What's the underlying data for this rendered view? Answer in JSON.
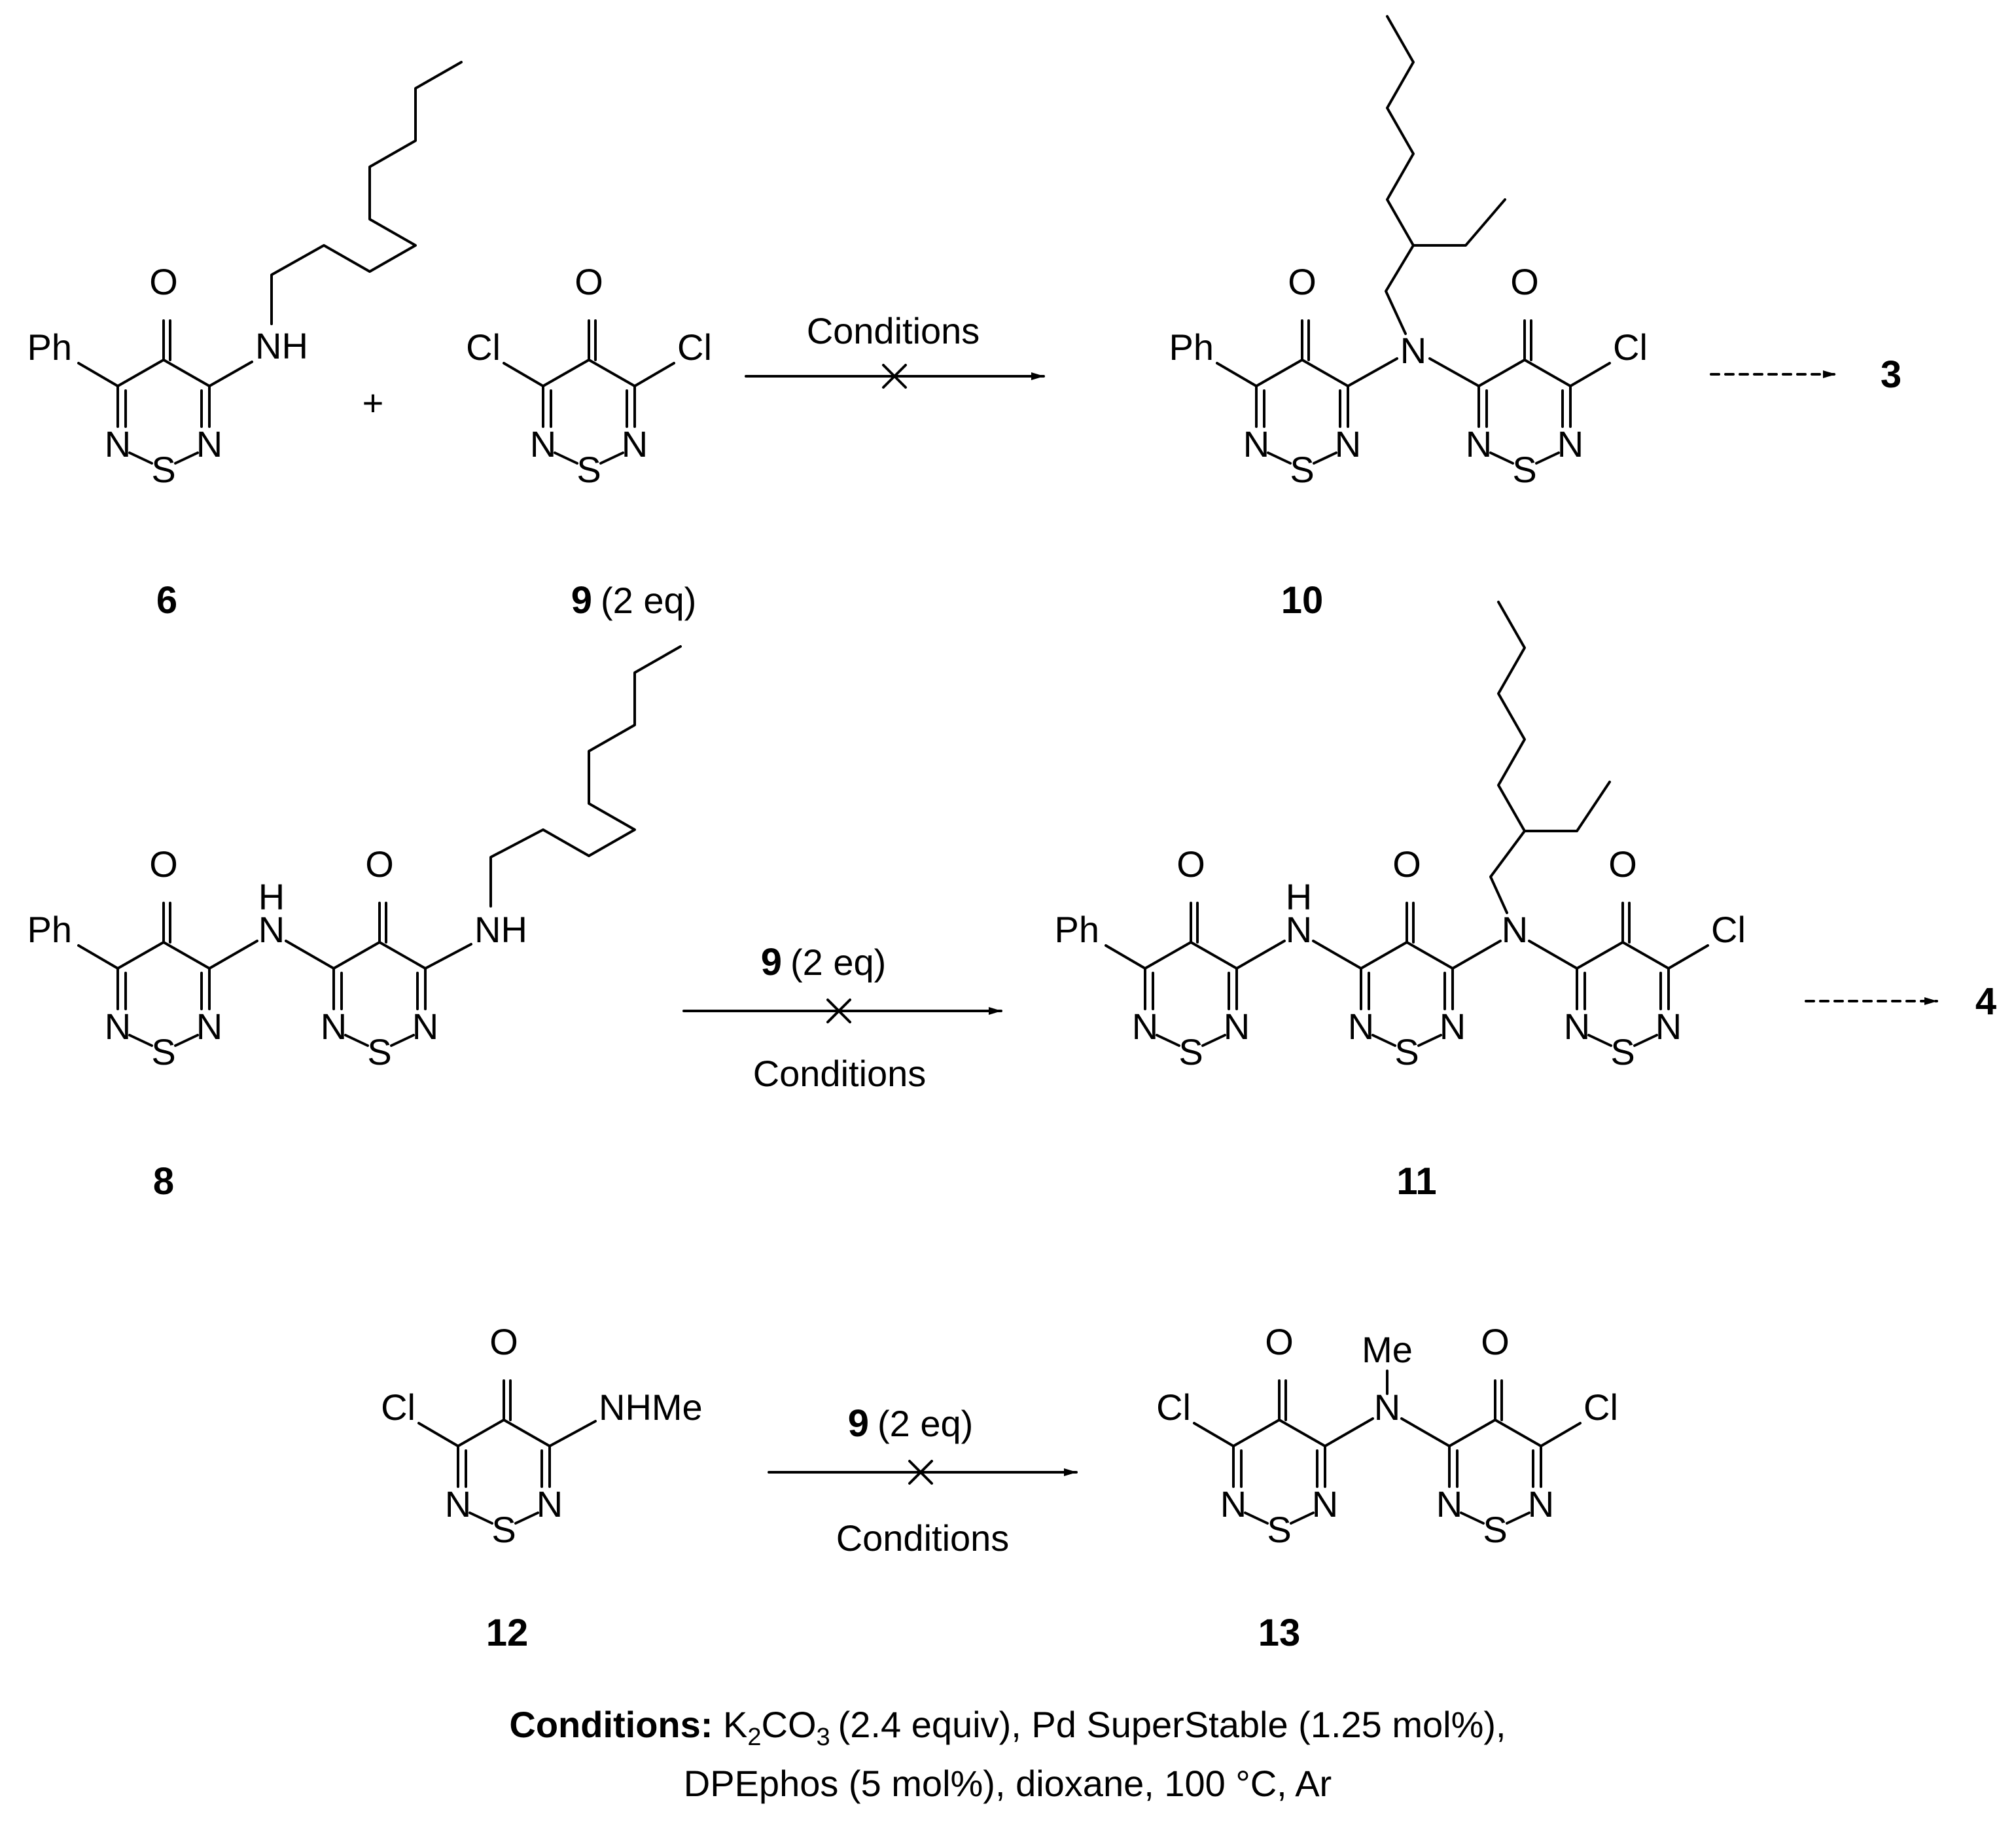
{
  "compounds": {
    "c6": {
      "id": "6"
    },
    "c9": {
      "id": "9",
      "note": "(2 eq)"
    },
    "c10": {
      "id": "10"
    },
    "c8": {
      "id": "8"
    },
    "c11": {
      "id": "11"
    },
    "c12": {
      "id": "12"
    },
    "c13": {
      "id": "13"
    }
  },
  "atoms": {
    "O": "O",
    "N": "N",
    "S": "S",
    "Cl": "Cl",
    "Ph": "Ph",
    "H": "H",
    "NH": "NH",
    "NHMe": "NHMe",
    "Me": "Me"
  },
  "reactions": {
    "r1": {
      "above": "Conditions",
      "plus": "+",
      "next_product": "3"
    },
    "r2": {
      "reagent_id": "9",
      "reagent_note": "(2 eq)",
      "below": "Conditions",
      "next_product": "4"
    },
    "r3": {
      "reagent_id": "9",
      "reagent_note": "(2 eq)",
      "below": "Conditions"
    }
  },
  "footer": {
    "label": "Conditions:",
    "k2co3_base": "K",
    "k2co3_sub1": "2",
    "k2co3_mid": "CO",
    "k2co3_sub2": "3",
    "line1_rest": "(2.4 equiv), Pd SuperStable (1.25 mol%),",
    "line2": "DPEphos (5 mol%), dioxane, 100 °C, Ar"
  }
}
